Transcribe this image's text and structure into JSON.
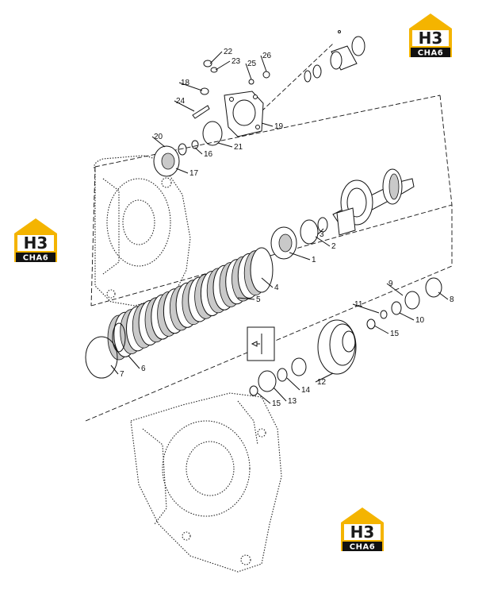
{
  "logos": [
    {
      "top": "H3",
      "bottom": "CHA6"
    },
    {
      "top": "H3",
      "bottom": "CHA6"
    },
    {
      "top": "H3",
      "bottom": "CHA6"
    }
  ],
  "brand_colors": {
    "house": "#f4b400",
    "bar": "#111111"
  },
  "callouts": [
    "22",
    "23",
    "25",
    "26",
    "18",
    "24",
    "19",
    "20",
    "16",
    "21",
    "17",
    "1",
    "2",
    "3",
    "4",
    "5",
    "6",
    "7",
    "8",
    "9",
    "10",
    "11",
    "15",
    "12",
    "13",
    "14",
    "15"
  ]
}
